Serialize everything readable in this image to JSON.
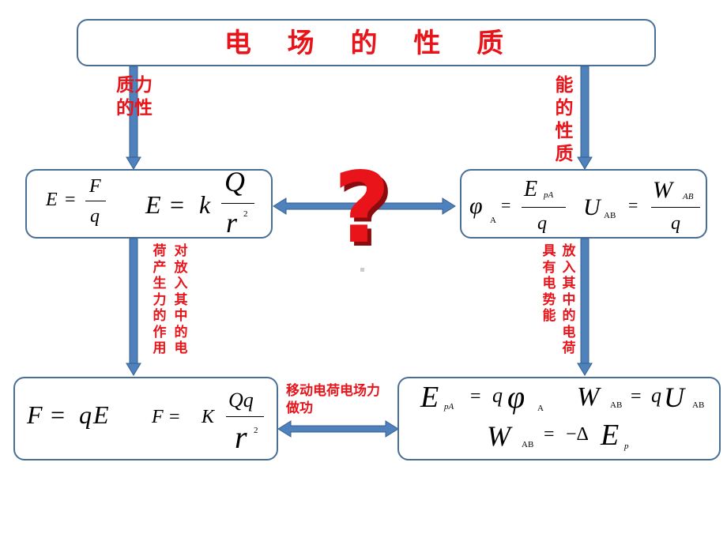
{
  "title": "电 场 的 性 质",
  "labels": {
    "force_property": "质力的性",
    "energy_property": "能的性质",
    "left_middle_a": "对放入其中的电",
    "left_middle_b": "荷产生力的作用",
    "right_middle_a": "放入其中的电荷",
    "right_middle_b": "具有电势能",
    "bottom_middle": "移动电荷电场力做功"
  },
  "question_mark": "?",
  "symbols": {
    "E": "E",
    "F": "F",
    "q": "q",
    "k": "k",
    "K": "K",
    "Q": "Q",
    "Qq": "Qq",
    "r": "r",
    "phi": "φ",
    "U": "U",
    "W": "W",
    "A": "A",
    "AB": "AB",
    "pA": "pA",
    "p": "p",
    "eq": "=",
    "two": "2",
    "minus_delta": "−Δ"
  },
  "colors": {
    "accent": "#e8141a",
    "border": "#4a6f96",
    "arrow_fill": "#4f81bd",
    "arrow_stroke": "#36608f"
  }
}
